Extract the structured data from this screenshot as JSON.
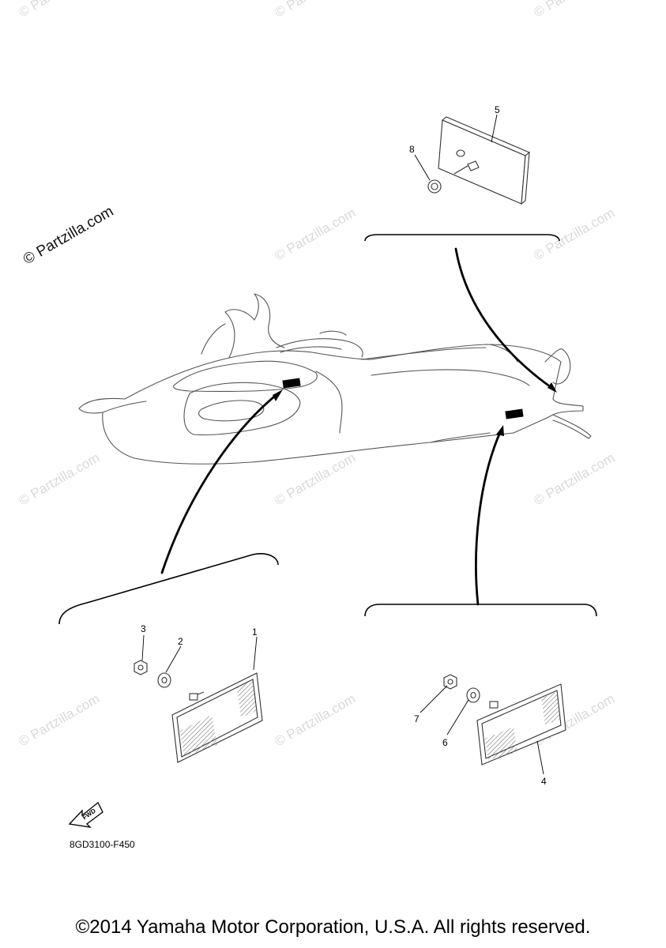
{
  "watermark": {
    "main_text": "© Partzilla.com",
    "faint_text": "© Partzilla.com"
  },
  "callouts": [
    "1",
    "2",
    "3",
    "4",
    "5",
    "6",
    "7",
    "8"
  ],
  "fwd_label": "FWD",
  "diagram_code": "8GD3100-F450",
  "copyright": "©2014 Yamaha Motor Corporation, U.S.A. All rights reserved."
}
